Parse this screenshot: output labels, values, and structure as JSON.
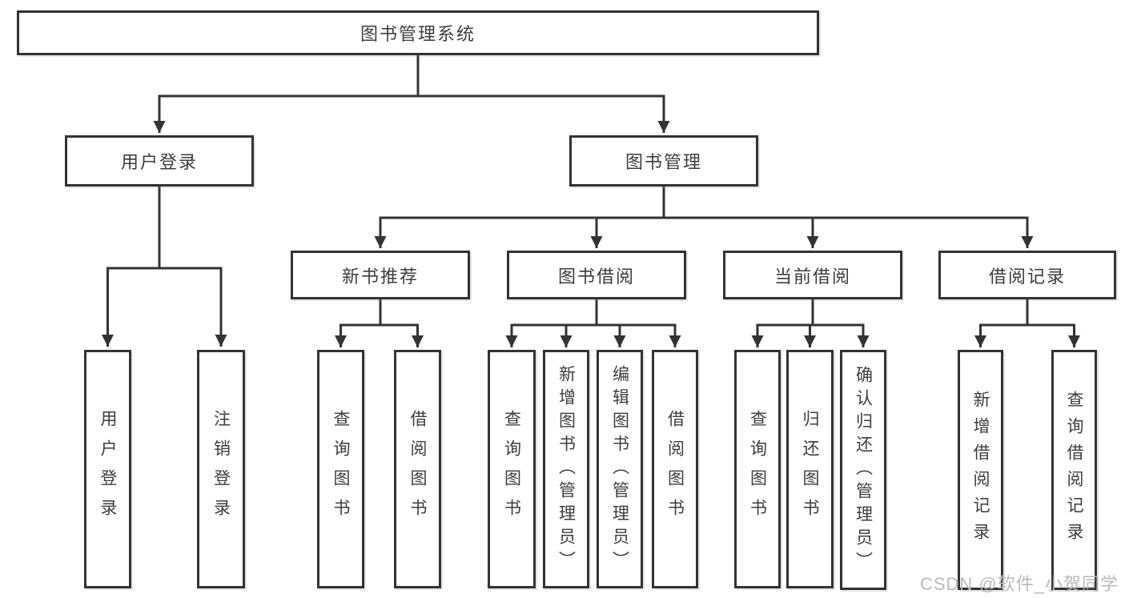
{
  "diagram_title": "图书管理系统",
  "colors": {
    "line": "#333333",
    "box_border": "#333333",
    "text": "#3d3d3d",
    "background": "#ffffff",
    "watermark": "#b9b9b9"
  },
  "nodes": {
    "root": {
      "label": "图书管理系统"
    },
    "user_login": {
      "label": "用户登录"
    },
    "book_mgmt": {
      "label": "图书管理"
    },
    "new_book_rec": {
      "label": "新书推荐"
    },
    "book_borrow": {
      "label": "图书借阅"
    },
    "current_borrow": {
      "label": "当前借阅"
    },
    "borrow_records": {
      "label": "借阅记录"
    },
    "leaf_user_login": {
      "label": "用户登录"
    },
    "leaf_logout": {
      "label": "注销登录"
    },
    "rec_query_book": {
      "label": "查询图书"
    },
    "rec_borrow_book": {
      "label": "借阅图书"
    },
    "bb_query_book": {
      "label": "查询图书"
    },
    "bb_add_book": {
      "label": "新增图书（管理员）"
    },
    "bb_edit_book": {
      "label": "编辑图书（管理员）"
    },
    "bb_borrow_book": {
      "label": "借阅图书"
    },
    "cb_query_book": {
      "label": "查询图书"
    },
    "cb_return_book": {
      "label": "归还图书"
    },
    "cb_confirm_return": {
      "label": "确认归还（管理员）"
    },
    "br_add_record": {
      "label": "新增借阅记录"
    },
    "br_query_record": {
      "label": "查询借阅记录"
    }
  },
  "hierarchy": {
    "图书管理系统": {
      "用户登录": [
        "用户登录",
        "注销登录"
      ],
      "图书管理": {
        "新书推荐": [
          "查询图书",
          "借阅图书"
        ],
        "图书借阅": [
          "查询图书",
          "新增图书（管理员）",
          "编辑图书（管理员）",
          "借阅图书"
        ],
        "当前借阅": [
          "查询图书",
          "归还图书",
          "确认归还（管理员）"
        ],
        "借阅记录": [
          "新增借阅记录",
          "查询借阅记录"
        ]
      }
    }
  },
  "watermark": {
    "text": "CSDN @软件_小贺同学"
  }
}
